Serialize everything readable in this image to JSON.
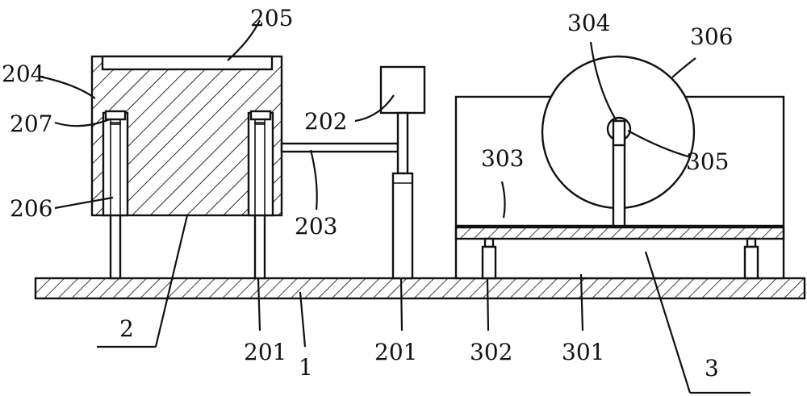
{
  "labels": {
    "l205": "205",
    "l204": "204",
    "l207": "207",
    "l206": "206",
    "l202": "202",
    "l203": "203",
    "l2": "2",
    "l201a": "201",
    "l1": "1",
    "l201b": "201",
    "l302": "302",
    "l301": "301",
    "l3": "3",
    "l303": "303",
    "l304": "304",
    "l306": "306",
    "l305": "305"
  }
}
